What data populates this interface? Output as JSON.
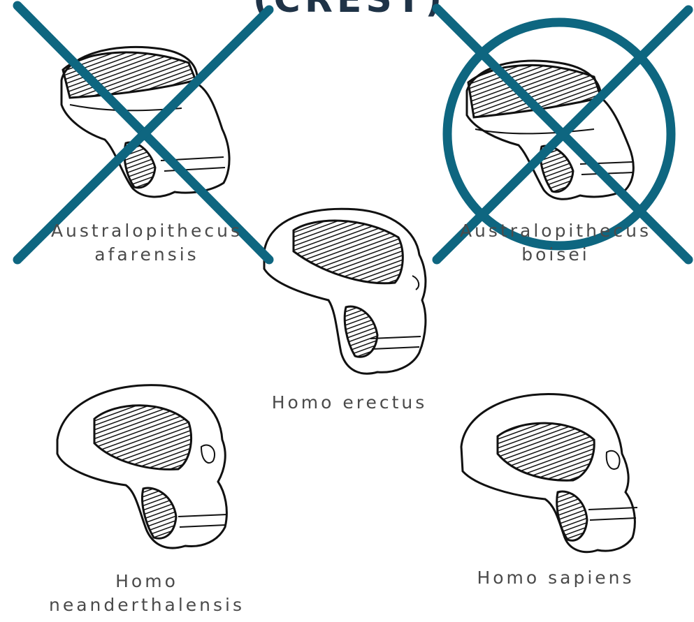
{
  "title": "(CREST)",
  "colors": {
    "mark": "#0e6680",
    "ink": "#111111",
    "caption": "#4a4a4a"
  },
  "skulls": [
    {
      "id": "afarensis",
      "label_line1": "Australopithecus",
      "label_line2": "afarensis",
      "mark": "x"
    },
    {
      "id": "boisei",
      "label_line1": "Australopithecus",
      "label_line2": "boisei",
      "mark": "circle-x"
    },
    {
      "id": "erectus",
      "label_line1": "Homo erectus",
      "label_line2": "",
      "mark": "none"
    },
    {
      "id": "neanderthalensis",
      "label_line1": "Homo",
      "label_line2": "neanderthalensis",
      "mark": "none"
    },
    {
      "id": "sapiens",
      "label_line1": "Homo sapiens",
      "label_line2": "",
      "mark": "none"
    }
  ]
}
